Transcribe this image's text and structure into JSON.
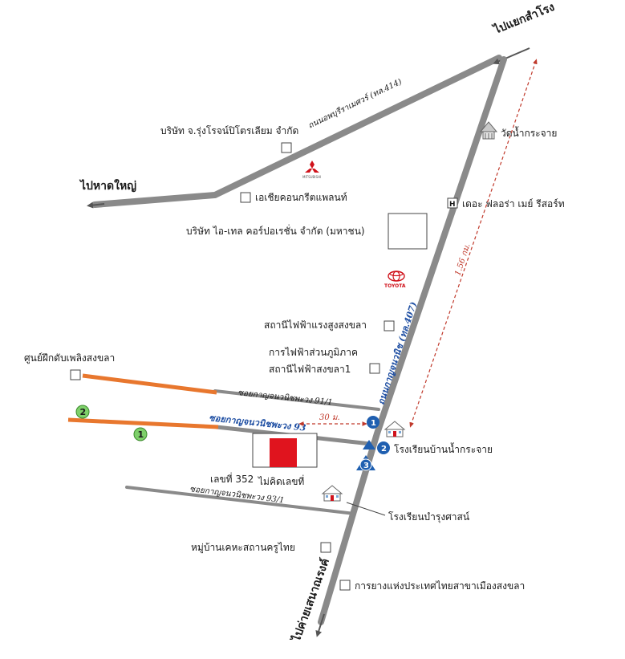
{
  "directions": {
    "samrong": "ไปแยกสำโรง",
    "hatyai": "ไปหาดใหญ่",
    "sena": "ไปค่ายเสนาณรงค์"
  },
  "roads": {
    "puriramesuan": "ถนนอพบุรีราเมศวร์ (ทล.414)",
    "kanchanawanit": "ถนนกาญจนวนิช (ทล.407)",
    "soi91_1": "ซอยกาญจนวนิชพะวง 91/1",
    "soi93": "ซอยกาญจนวนิชพะวง 93",
    "soi93_1": "ซอยกาญจนวนิชพะวง 93/1"
  },
  "places": {
    "rungrotpetroleum": "บริษัท จ.รุ่งโรจน์ปิโตรเลียม จำกัด",
    "asiaconcrete": "เอเชียคอนกรีตแพลนท์",
    "itel": "บริษัท ไอ-เทล คอร์ปอเรชั่น จำกัด (มหาชน)",
    "watnamkrachai": "วัดน้ำกระจาย",
    "floramay": "เดอะ ฟลอร่า เมย์ รีสอร์ท",
    "substation": "สถานีไฟฟ้าแรงสูงสงขลา",
    "pea_line1": "การไฟฟ้าส่วนภูมิภาค",
    "pea_line2": "สถานีไฟฟ้าสงขลา1",
    "firetraining": "ศูนย์ฝึกดับเพลิงสงขลา",
    "schoolnamkrachai": "โรงเรียนบ้านน้ำกระจาย",
    "schoolbamrung": "โรงเรียนบำรุงศาสน์",
    "teachervillage": "หมู่บ้านเคหะสถานครูไทย",
    "rubberauthority": "การยางแห่งประเทศไทยสาขาเมืองสงขลา"
  },
  "property": {
    "lot352": "เลขที่ 352",
    "nonumber": "ไม่คิดเลขที่"
  },
  "distances": {
    "d156": "1.56 กม.",
    "d30": "30 ม."
  },
  "markers": {
    "m1": "1",
    "m2": "2",
    "m3": "3",
    "g1": "1",
    "g2": "2"
  },
  "icons": {
    "hotel": "H",
    "brand_toyota": "TOYOTA",
    "brand_mitsubishi": "MITSUBISHI"
  },
  "colors": {
    "road": "#8a8a8a",
    "route": "#e8772e",
    "property": "#e0141e",
    "marker_blue": "#1f5fb0",
    "marker_green": "#7ed06a",
    "distance": "#c0392b"
  }
}
